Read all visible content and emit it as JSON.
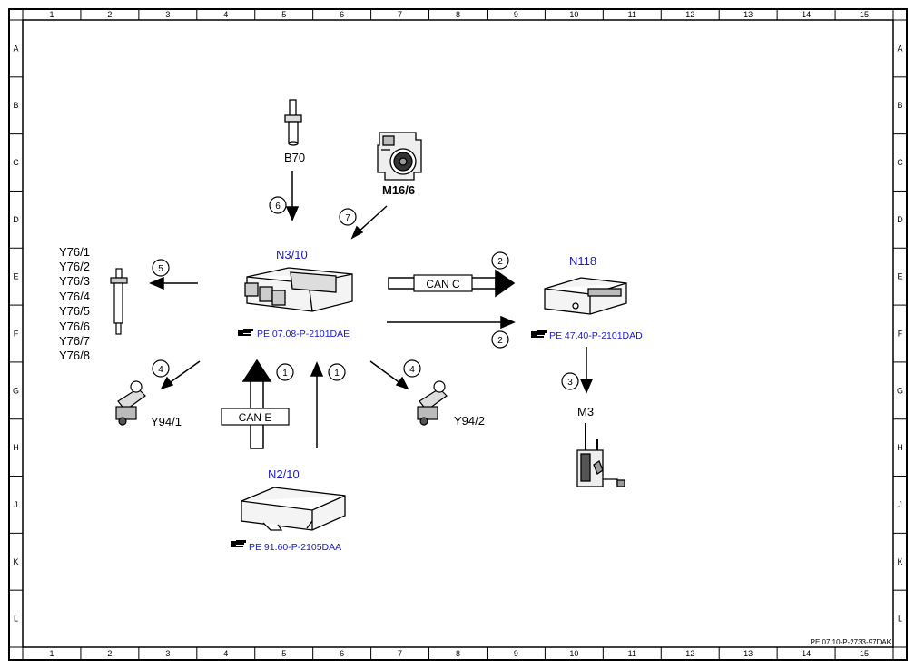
{
  "frame": {
    "columns": [
      "1",
      "2",
      "3",
      "4",
      "5",
      "6",
      "7",
      "8",
      "9",
      "10",
      "11",
      "12",
      "13",
      "14",
      "15"
    ],
    "rows": [
      "A",
      "B",
      "C",
      "D",
      "E",
      "F",
      "G",
      "H",
      "J",
      "K",
      "L"
    ],
    "doc_code": "PE 07.10-P-2733-97DAK"
  },
  "colors": {
    "ink": "#000000",
    "link": "#1a1acc"
  },
  "components": {
    "n3_10": {
      "label": "N3/10",
      "ref": "PE 07.08-P-2101DAE"
    },
    "n118": {
      "label": "N118",
      "ref": "PE 47.40-P-2101DAD"
    },
    "n2_10": {
      "label": "N2/10",
      "ref": "PE 91.60-P-2105DAA"
    },
    "b70": {
      "label": "B70"
    },
    "m16_6": {
      "label": "M16/6"
    },
    "m3": {
      "label": "M3"
    },
    "y94_1": {
      "label": "Y94/1"
    },
    "y94_2": {
      "label": "Y94/2"
    },
    "y76": {
      "labels": [
        "Y76/1",
        "Y76/2",
        "Y76/3",
        "Y76/4",
        "Y76/5",
        "Y76/6",
        "Y76/7",
        "Y76/8"
      ]
    }
  },
  "buses": {
    "can_c": "CAN C",
    "can_e": "CAN E"
  },
  "signals": {
    "s1a": "1",
    "s1b": "1",
    "s2a": "2",
    "s2b": "2",
    "s3": "3",
    "s4a": "4",
    "s4b": "4",
    "s5": "5",
    "s6": "6",
    "s7": "7"
  },
  "icons": {
    "reference_link": "pointing-hand-icon"
  }
}
